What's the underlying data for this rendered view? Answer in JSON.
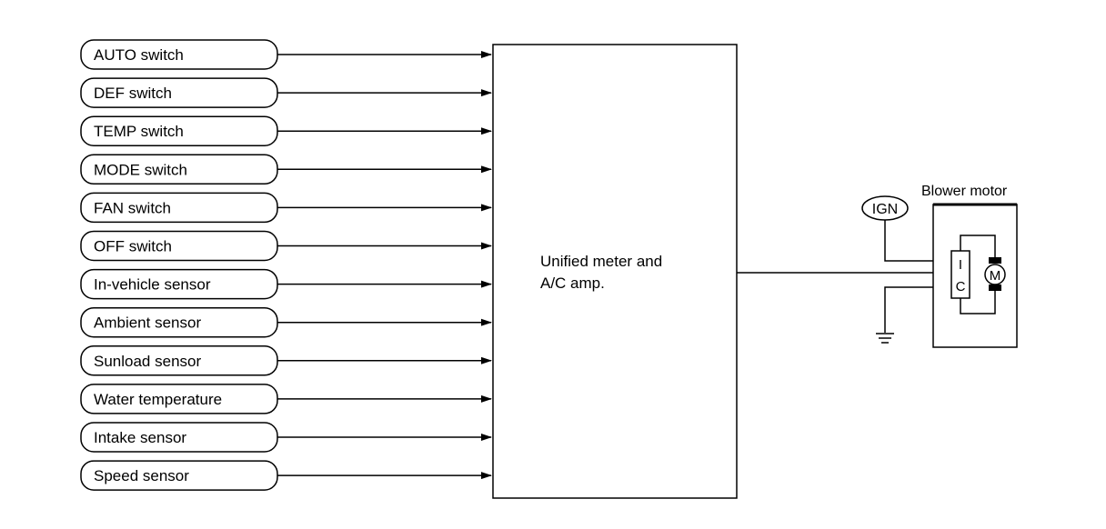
{
  "inputs": [
    "AUTO switch",
    "DEF switch",
    "TEMP switch",
    "MODE switch",
    "FAN switch",
    "OFF switch",
    "In-vehicle sensor",
    "Ambient sensor",
    "Sunload sensor",
    "Water temperature",
    "Intake sensor",
    "Speed sensor"
  ],
  "amp": {
    "label_line1": "Unified meter and",
    "label_line2": "A/C amp."
  },
  "blower": {
    "title": "Blower motor",
    "ign_label": "IGN",
    "ic_top": "I",
    "ic_bottom": "C",
    "motor_label": "M"
  }
}
